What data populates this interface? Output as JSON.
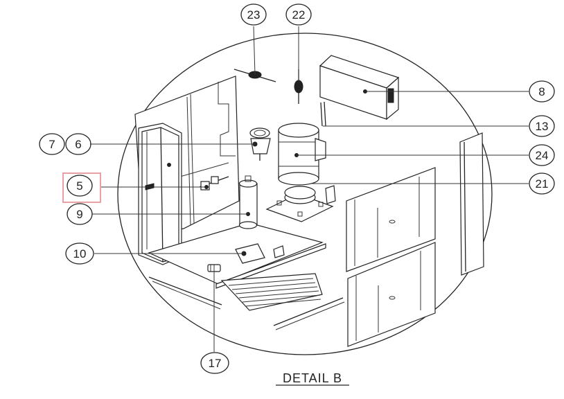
{
  "diagram": {
    "caption": "DETAIL B",
    "callouts": {
      "c23": "23",
      "c22": "22",
      "c8": "8",
      "c13": "13",
      "c7": "7",
      "c6": "6",
      "c24": "24",
      "c5": "5",
      "c21": "21",
      "c9": "9",
      "c10": "10",
      "c17": "17"
    },
    "highlighted_callout": "5",
    "colors": {
      "line": "#222222",
      "highlight": "#e8a0a4",
      "background": "#ffffff"
    }
  }
}
